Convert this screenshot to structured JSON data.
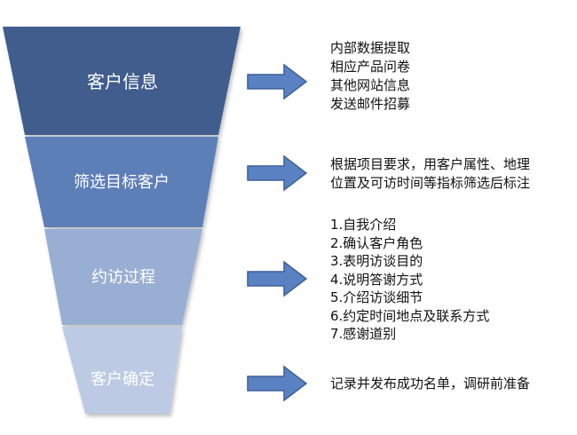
{
  "colors": {
    "stage1": "#3f5d8d",
    "stage2": "#5d7fb8",
    "stage3": "#99aed3",
    "stage4": "#bdcae3",
    "arrow_fill": "#5a82c3",
    "arrow_stroke": "#3e5f97",
    "stage_text": "#ffffff"
  },
  "stages": [
    {
      "label": "客户信息",
      "lines": [
        "内部数据提取",
        "相应产品问卷",
        "其他网站信息",
        "发送邮件招募"
      ]
    },
    {
      "label": "筛选目标客户",
      "lines": [
        "根据项目要求，用客户属性、地理",
        "位置及可访时间等指标筛选后标注"
      ]
    },
    {
      "label": "约访过程",
      "lines": [
        "1.自我介绍",
        "2.确认客户角色",
        "3.表明访谈目的",
        "4.说明答谢方式",
        "5.介绍访谈细节",
        "6.约定时间地点及联系方式",
        "7.感谢道别"
      ]
    },
    {
      "label": "客户确定",
      "lines": [
        "记录并发布成功名单，调研前准备"
      ]
    }
  ]
}
